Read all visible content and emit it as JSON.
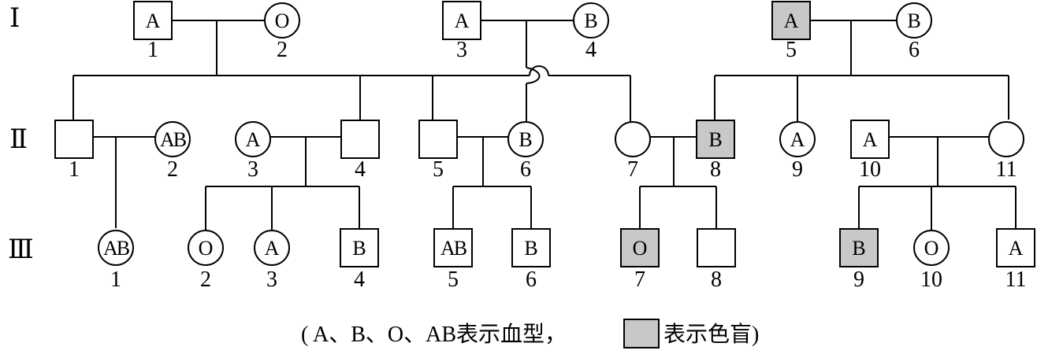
{
  "colors": {
    "stroke": "#000000",
    "affected": "#c8c8c8",
    "unaffected": "#ffffff"
  },
  "generations": [
    "Ⅰ",
    "Ⅱ",
    "Ⅲ"
  ],
  "individuals": {
    "I1": {
      "shape": "square",
      "blood": "A",
      "affected": false,
      "number": "1"
    },
    "I2": {
      "shape": "circle",
      "blood": "O",
      "affected": false,
      "number": "2"
    },
    "I3": {
      "shape": "square",
      "blood": "A",
      "affected": false,
      "number": "3"
    },
    "I4": {
      "shape": "circle",
      "blood": "B",
      "affected": false,
      "number": "4"
    },
    "I5": {
      "shape": "square",
      "blood": "A",
      "affected": true,
      "number": "5"
    },
    "I6": {
      "shape": "circle",
      "blood": "B",
      "affected": false,
      "number": "6"
    },
    "II1": {
      "shape": "square",
      "blood": "",
      "affected": false,
      "number": "1"
    },
    "II2": {
      "shape": "circle",
      "blood": "AB",
      "affected": false,
      "number": "2"
    },
    "II3": {
      "shape": "circle",
      "blood": "A",
      "affected": false,
      "number": "3"
    },
    "II4": {
      "shape": "square",
      "blood": "",
      "affected": false,
      "number": "4"
    },
    "II5": {
      "shape": "square",
      "blood": "",
      "affected": false,
      "number": "5"
    },
    "II6": {
      "shape": "circle",
      "blood": "B",
      "affected": false,
      "number": "6"
    },
    "II7": {
      "shape": "circle",
      "blood": "",
      "affected": false,
      "number": "7"
    },
    "II8": {
      "shape": "square",
      "blood": "B",
      "affected": true,
      "number": "8"
    },
    "II9": {
      "shape": "circle",
      "blood": "A",
      "affected": false,
      "number": "9"
    },
    "II10": {
      "shape": "square",
      "blood": "A",
      "affected": false,
      "number": "10"
    },
    "II11": {
      "shape": "circle",
      "blood": "",
      "affected": false,
      "number": "11"
    },
    "III1": {
      "shape": "circle",
      "blood": "AB",
      "affected": false,
      "number": "1"
    },
    "III2": {
      "shape": "circle",
      "blood": "O",
      "affected": false,
      "number": "2"
    },
    "III3": {
      "shape": "circle",
      "blood": "A",
      "affected": false,
      "number": "3"
    },
    "III4": {
      "shape": "square",
      "blood": "B",
      "affected": false,
      "number": "4"
    },
    "III5": {
      "shape": "square",
      "blood": "AB",
      "affected": false,
      "number": "5"
    },
    "III6": {
      "shape": "square",
      "blood": "B",
      "affected": false,
      "number": "6"
    },
    "III7": {
      "shape": "square",
      "blood": "O",
      "affected": true,
      "number": "7"
    },
    "III8": {
      "shape": "square",
      "blood": "",
      "affected": false,
      "number": "8"
    },
    "III9": {
      "shape": "square",
      "blood": "B",
      "affected": true,
      "number": "9"
    },
    "III10": {
      "shape": "circle",
      "blood": "O",
      "affected": false,
      "number": "10"
    },
    "III11": {
      "shape": "square",
      "blood": "A",
      "affected": false,
      "number": "11"
    }
  },
  "caption": {
    "open": "(",
    "part1": "A、B、O、AB表示血型，",
    "part2": "表示色盲)"
  }
}
